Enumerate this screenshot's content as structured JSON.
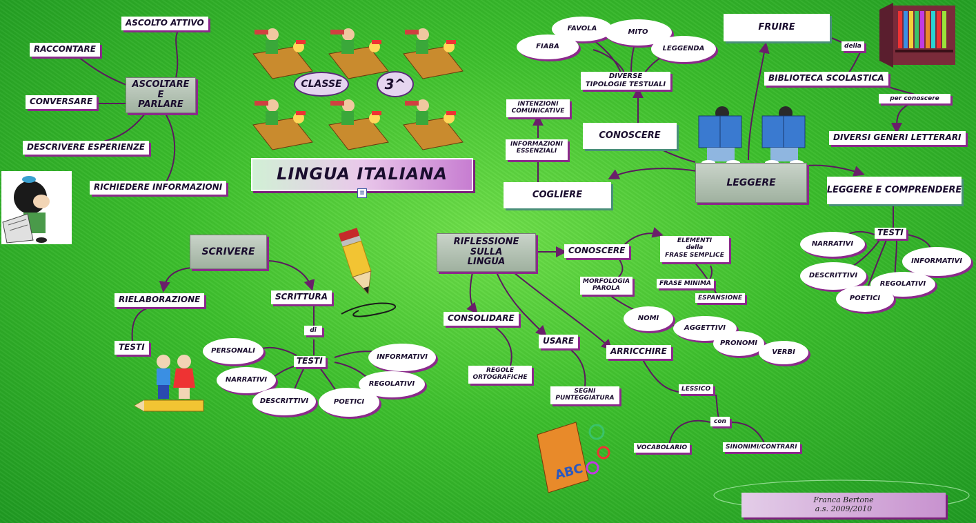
{
  "title": "LINGUA ITALIANA",
  "classe": "CLASSE",
  "classe_num": "3^",
  "ascoltare": {
    "center": [
      "ASCOLTARE",
      "E",
      "PARLARE"
    ],
    "ascolto": "ASCOLTO ATTIVO",
    "raccontare": "RACCONTARE",
    "conversare": "CONVERSARE",
    "descrivere": "DESCRIVERE ESPERIENZE",
    "richiedere": "RICHIEDERE INFORMAZIONI"
  },
  "leggere": {
    "center": "LEGGERE",
    "conoscere": "CONOSCERE",
    "diverse": [
      "DIVERSE",
      "TIPOLOGIE TESTUALI"
    ],
    "fiaba": "FIABA",
    "favola": "FAVOLA",
    "mito": "MITO",
    "leggenda": "LEGGENDA",
    "cogliere": "COGLIERE",
    "informazioni": [
      "INFORMAZIONI",
      "ESSENZIALI"
    ],
    "intenzioni": [
      "INTENZIONI",
      "COMUNICATIVE"
    ],
    "fruire": "FRUIRE",
    "della": "della",
    "biblioteca": "BIBLIOTECA SCOLASTICA",
    "per_conoscere": "per conoscere",
    "diversi_generi": "DIVERSI GENERI LETTERARI",
    "leggere_comprendere": "LEGGERE E COMPRENDERE",
    "testi": "TESTI",
    "narrativi": "NARRATIVI",
    "descrittivi": "DESCRITTIVI",
    "poetici": "POETICI",
    "regolativi": "REGOLATIVI",
    "informativi": "INFORMATIVI"
  },
  "scrivere": {
    "center": "SCRIVERE",
    "rielaborazione": "RIELABORAZIONE",
    "testi_rielab": "TESTI",
    "scrittura": "SCRITTURA",
    "di": "di",
    "testi": "TESTI",
    "personali": "PERSONALI",
    "narrativi": "NARRATIVI",
    "descrittivi": "DESCRITTIVI",
    "poetici": "POETICI",
    "regolativi": "REGOLATIVI",
    "informativi": "INFORMATIVI"
  },
  "riflessione": {
    "center": [
      "RIFLESSIONE",
      "SULLA",
      "LINGUA"
    ],
    "conoscere": "CONOSCERE",
    "elementi": [
      "ELEMENTI",
      "della",
      "FRASE SEMPLICE"
    ],
    "morfologia": [
      "MORFOLOGIA",
      "PAROLA"
    ],
    "frase_minima": "FRASE MINIMA",
    "espansione": "ESPANSIONE",
    "nomi": "NOMI",
    "aggettivi": "AGGETTIVI",
    "pronomi": "PRONOMI",
    "verbi": "VERBI",
    "consolidare": "CONSOLIDARE",
    "regole": [
      "REGOLE",
      "ORTOGRAFICHE"
    ],
    "usare": "USARE",
    "segni": [
      "SEGNI",
      "PUNTEGGIATURA"
    ],
    "arricchire": "ARRICCHIRE",
    "lessico": "LESSICO",
    "con": "con",
    "vocabolario": "VOCABOLARIO",
    "sinonimi": "SINONIMI/CONTRARI"
  },
  "footer": {
    "author": "Franca Bertone",
    "year": "a.s. 2009/2010"
  },
  "images": {
    "readers": "children-reading-icon",
    "bookshelf": "bookshelf-icon",
    "mafalda": "girl-reading-newspaper-icon",
    "pencil": "pencil-icon",
    "kids": "kids-on-pencil-icon",
    "vocabolario": "vocabolario-abc-book-icon",
    "explorers": "children-with-telescope-icon"
  }
}
